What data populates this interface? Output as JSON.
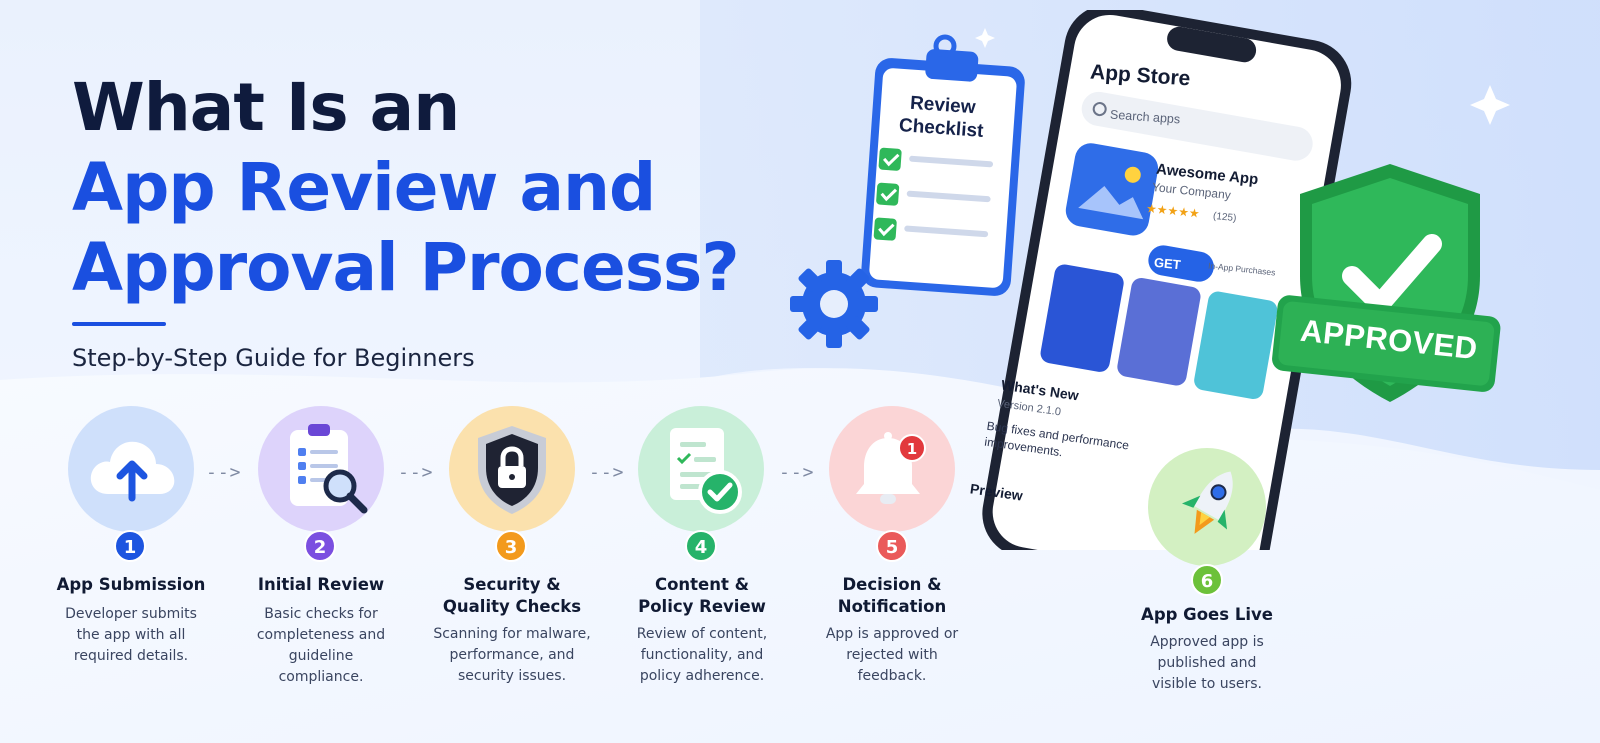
{
  "hero": {
    "line1": "What Is an",
    "line2": "App Review and",
    "line3": "Approval Process?",
    "subtitle": "Step-by-Step Guide for Beginners"
  },
  "checklist": {
    "title_line1": "Review",
    "title_line2": "Checklist"
  },
  "phone": {
    "store_title": "App Store",
    "search_placeholder": "Search apps",
    "app_name": "Awesome App",
    "developer": "Your Company",
    "rating_count": "(125)",
    "get_button": "GET",
    "in_app": "In-App Purchases",
    "whats_new": "What's New",
    "version": "Version 2.1.0",
    "notes": "Bug fixes and performance improvements.",
    "preview": "Preview"
  },
  "badge": {
    "label": "APPROVED"
  },
  "steps": [
    {
      "number": "1",
      "title": "App Submission",
      "desc": "Developer submits the app with all required details.",
      "color": "#1d55e0"
    },
    {
      "number": "2",
      "title": "Initial Review",
      "desc": "Basic checks for completeness and guideline compliance.",
      "color": "#7b4fe0"
    },
    {
      "number": "3",
      "title": "Security & Quality Checks",
      "desc": "Scanning for malware, performance, and security issues.",
      "color": "#f39a1c"
    },
    {
      "number": "4",
      "title": "Content & Policy Review",
      "desc": "Review of content, functionality, and policy adherence.",
      "color": "#26b36a"
    },
    {
      "number": "5",
      "title": "Decision & Notification",
      "desc": "App is approved or rejected with feedback.",
      "color": "#ea5a5a"
    },
    {
      "number": "6",
      "title": "App Goes Live",
      "desc": "Approved app is published and visible to users.",
      "color": "#6cc13a"
    }
  ],
  "notification_badge": "1"
}
